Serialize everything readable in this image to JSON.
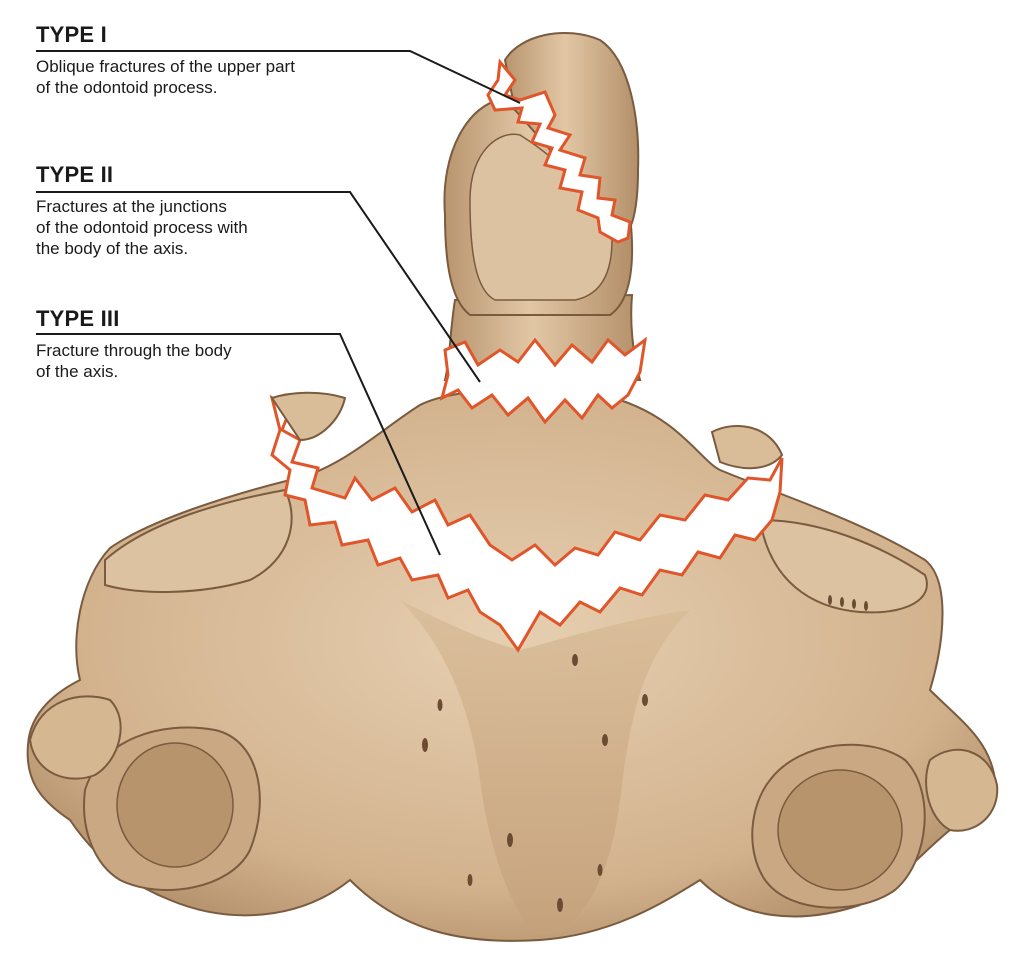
{
  "annotations": [
    {
      "id": "type1",
      "title": "TYPE I",
      "lines": [
        "Oblique fractures of the upper part",
        "of the odontoid process."
      ]
    },
    {
      "id": "type2",
      "title": "TYPE II",
      "lines": [
        "Fractures at the junctions",
        "of the odontoid process with",
        "the body of the axis."
      ]
    },
    {
      "id": "type3",
      "title": "TYPE III",
      "lines": [
        "Fracture through the body",
        "of the axis."
      ]
    }
  ],
  "colors": {
    "bone_light": "#e3c9a8",
    "bone_mid": "#c9a883",
    "bone_dark": "#8f6e4f",
    "fracture_edge": "#e0562a",
    "fracture_gap": "#ffffff",
    "leader_line": "#1a1a1a"
  }
}
